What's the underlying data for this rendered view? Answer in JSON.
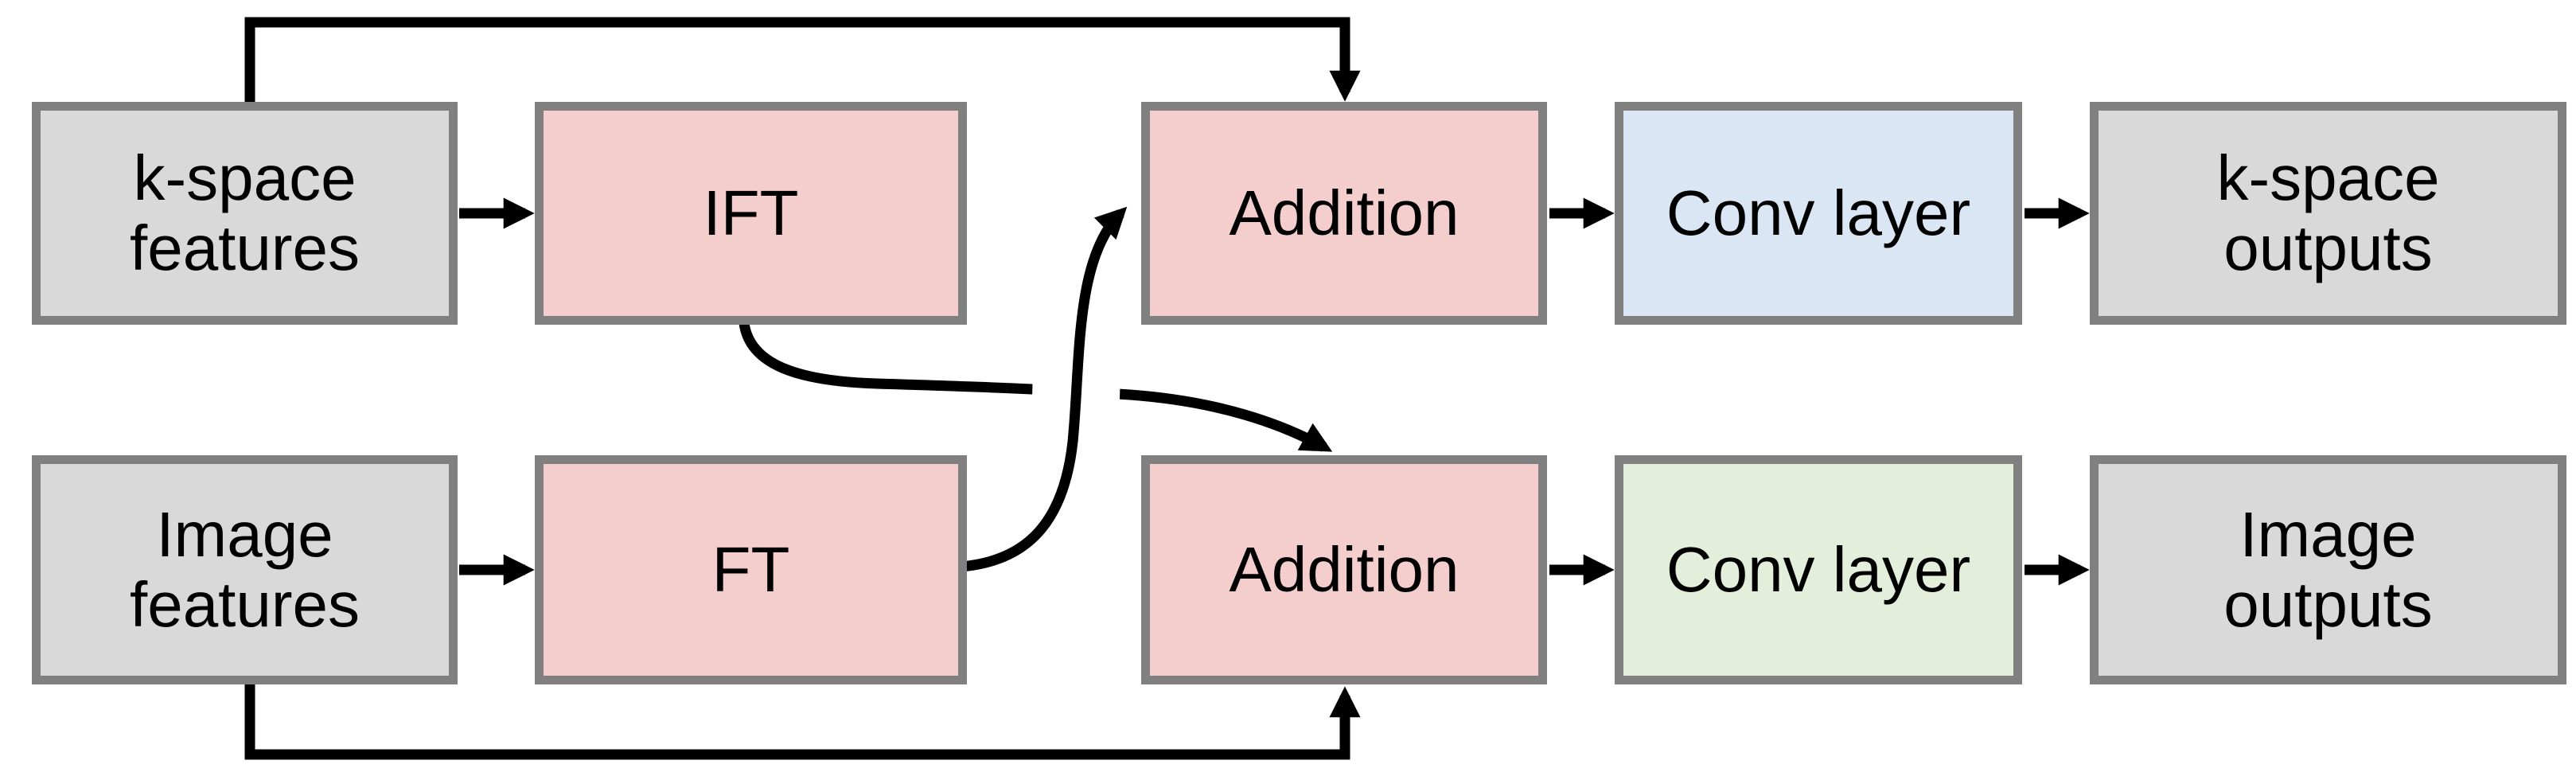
{
  "diagram": {
    "description": "Dual-domain block diagram with a k-space branch (top row) and an image branch (bottom row) exchanging information through Fourier transforms",
    "rows": [
      {
        "name": "k-space branch"
      },
      {
        "name": "image branch"
      }
    ]
  },
  "colors": {
    "background": "#ffffff",
    "box_border": "#808080",
    "gray_fill": "#d9d9d9",
    "pink_fill": "#f3cecd",
    "blue_fill": "#dae6f3",
    "green_fill": "#e3efda",
    "arrow": "#000000"
  },
  "nodes": [
    {
      "id": "kspace-features",
      "label": "k-space\nfeatures",
      "fill": "#d9d9d9",
      "row": "k-space"
    },
    {
      "id": "ift",
      "label": "IFT",
      "fill": "#f3cecd",
      "row": "k-space"
    },
    {
      "id": "addition-kspace",
      "label": "Addition",
      "fill": "#f3cecd",
      "row": "k-space"
    },
    {
      "id": "conv-kspace",
      "label": "Conv layer",
      "fill": "#dae6f3",
      "row": "k-space"
    },
    {
      "id": "kspace-outputs",
      "label": "k-space\noutputs",
      "fill": "#d9d9d9",
      "row": "k-space"
    },
    {
      "id": "image-features",
      "label": "Image\nfeatures",
      "fill": "#d9d9d9",
      "row": "image"
    },
    {
      "id": "ft",
      "label": "FT",
      "fill": "#f3cecd",
      "row": "image"
    },
    {
      "id": "addition-image",
      "label": "Addition",
      "fill": "#f3cecd",
      "row": "image"
    },
    {
      "id": "conv-image",
      "label": "Conv layer",
      "fill": "#e3efda",
      "row": "image"
    },
    {
      "id": "image-outputs",
      "label": "Image\noutputs",
      "fill": "#d9d9d9",
      "row": "image"
    }
  ],
  "edges": [
    {
      "from": "kspace-features",
      "to": "ift",
      "style": "straight-arrow"
    },
    {
      "from": "image-features",
      "to": "ft",
      "style": "straight-arrow"
    },
    {
      "from": "ift",
      "to": "addition-image",
      "style": "curved-cross-arrow"
    },
    {
      "from": "ft",
      "to": "addition-kspace",
      "style": "curved-cross-arrow"
    },
    {
      "from": "kspace-features",
      "to": "addition-kspace",
      "style": "skip-connection-over-top"
    },
    {
      "from": "image-features",
      "to": "addition-image",
      "style": "skip-connection-under-bottom"
    },
    {
      "from": "addition-kspace",
      "to": "conv-kspace",
      "style": "straight-arrow"
    },
    {
      "from": "conv-kspace",
      "to": "kspace-outputs",
      "style": "straight-arrow"
    },
    {
      "from": "addition-image",
      "to": "conv-image",
      "style": "straight-arrow"
    },
    {
      "from": "conv-image",
      "to": "image-outputs",
      "style": "straight-arrow"
    }
  ]
}
